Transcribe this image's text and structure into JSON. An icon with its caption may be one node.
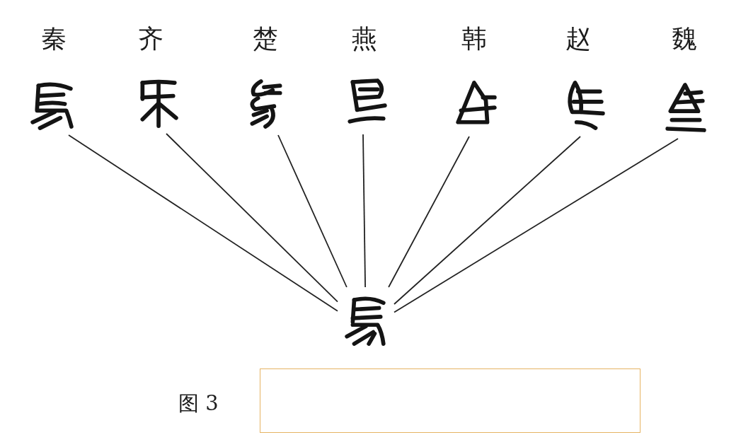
{
  "diagram": {
    "caption": "图 3",
    "nodes": [
      {
        "text": [],
        "shape": "picture",
        "beside": [
          "秦"
        ]
      },
      {
        "text": [],
        "shape": "picture",
        "beside": [
          "齐"
        ]
      },
      {
        "text": [],
        "shape": "picture",
        "beside": [
          "楚"
        ]
      },
      {
        "text": [],
        "shape": "picture",
        "beside": [
          "燕"
        ]
      },
      {
        "text": [],
        "shape": "picture",
        "beside": [
          "韩"
        ]
      },
      {
        "text": [],
        "shape": "picture",
        "beside": [
          "赵"
        ]
      },
      {
        "text": [],
        "shape": "picture",
        "beside": [
          "魏"
        ]
      },
      {
        "text": [],
        "shape": "picture"
      }
    ],
    "edges": [
      {
        "from": 0,
        "to": 7,
        "arrow": "none"
      },
      {
        "from": 1,
        "to": 7,
        "arrow": "none"
      },
      {
        "from": 2,
        "to": 7,
        "arrow": "none"
      },
      {
        "from": 3,
        "to": 7,
        "arrow": "none"
      },
      {
        "from": 4,
        "to": 7,
        "arrow": "none"
      },
      {
        "from": 5,
        "to": 7,
        "arrow": "none"
      },
      {
        "from": 6,
        "to": 7,
        "arrow": "none"
      }
    ]
  }
}
